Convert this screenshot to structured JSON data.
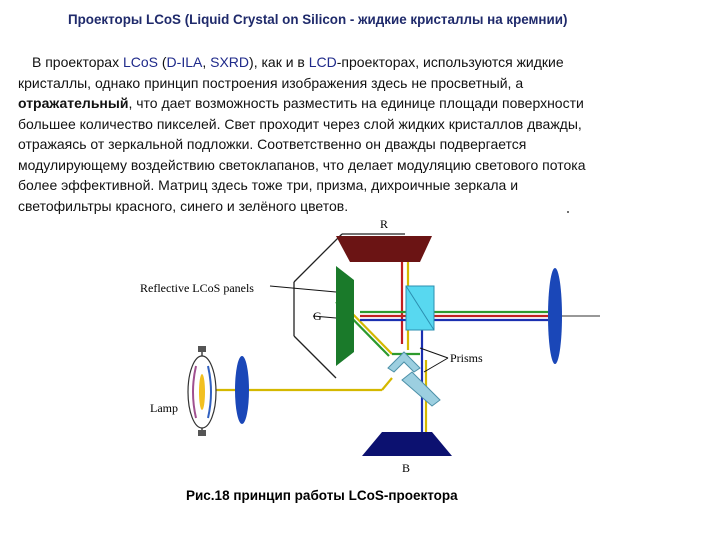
{
  "header": {
    "title": "Проекторы LCoS (Liquid Crystal on Silicon - жидкие кристаллы на кремнии)"
  },
  "body_text": {
    "l1_a": "В проекторах ",
    "l1_b": "LCoS",
    "l1_c": " (",
    "l1_d": "D-ILA",
    "l1_e": ", ",
    "l1_f": "SXRD",
    "l1_g": "), как и в ",
    "l1_h": "LCD",
    "l1_i": "-проекторах, используются жидкие",
    "l2": "кристаллы, однако принцип построения изображения здесь не просветный, а",
    "l3_bold": "отражательный",
    "l3_rest": ", что дает возможность разместить на единице площади поверхности",
    "l4": "большее количество пикселей. Свет проходит через слой жидких кристаллов дважды,",
    "l5": "отражаясь от зеркальной подложки. Соответственно он дважды подвергается",
    "l6": "модулирующему воздействию светоклапанов, что делает модуляцию светового потока",
    "l7": "более эффективной. Матриц здесь тоже три, призма, дихроичные зеркала и",
    "l8": "светофильтры красного, синего и зелёного цветов."
  },
  "diagram": {
    "labels": {
      "r": "R",
      "panels": "Reflective LCoS panels",
      "g": "G",
      "prisms": "Prisms",
      "lamp": "Lamp",
      "b": "B"
    },
    "colors": {
      "red_panel": "#6b1414",
      "green_panel": "#1a7a2a",
      "blue_panel": "#0c1170",
      "prism_cyan": "#58d8f0",
      "lens": "#1a47b8",
      "beam_yellow": "#d4b800",
      "beam_green": "#2d9a2d",
      "beam_blue": "#1a2fb0",
      "beam_red": "#c02020"
    }
  },
  "caption": "Рис.18 принцип работы LCoS-проектора"
}
